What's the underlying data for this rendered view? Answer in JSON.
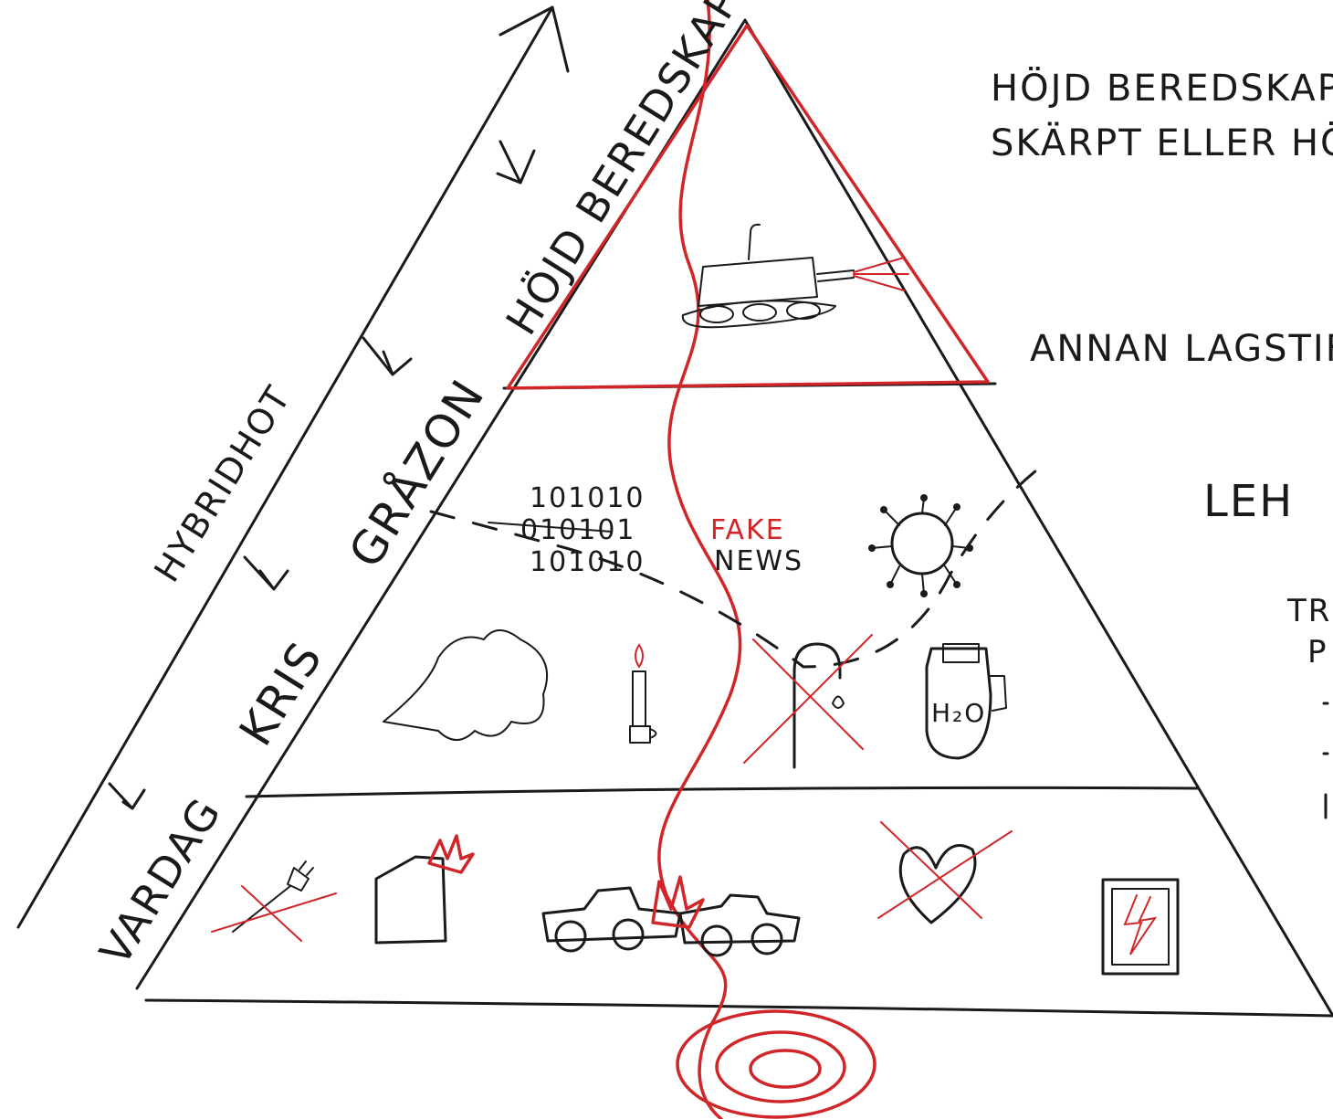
{
  "labels": {
    "hybridhot": "HYBRIDHOT",
    "hojd_beredskap_side": "HÖJD BEREDSKAP",
    "grazon": "GRÅZON",
    "kris": "KRIS",
    "vardag": "VARDAG"
  },
  "notes": {
    "line1": "HÖJD BEREDSKAP=",
    "line2": "SKÄRPT ELLER HÖG",
    "annan": "ANNAN LAGSTIF",
    "leh": "LEH",
    "tr": "TR",
    "p": "P"
  },
  "icons": {
    "binary_row1": "101010",
    "binary_row2": "010101",
    "binary_row3": "101010",
    "fake": "FAKE",
    "news": "NEWS",
    "h2o": "H₂O"
  },
  "colors": {
    "ink": "#1a1a1a",
    "accent": "#d0262a"
  }
}
